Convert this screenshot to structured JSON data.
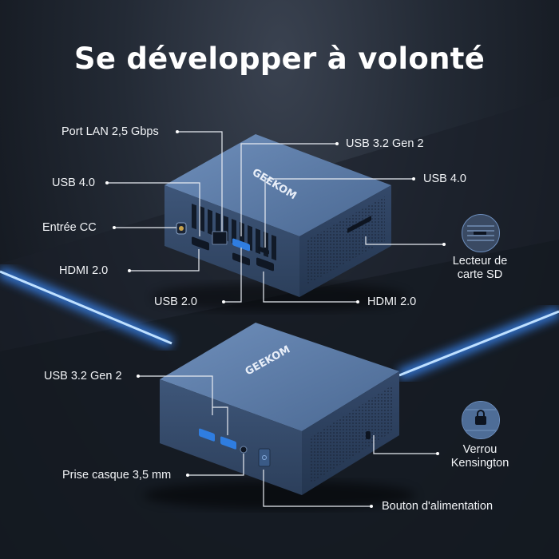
{
  "headline": "Se développer à volonté",
  "device": {
    "brand": "GEEKOM"
  },
  "labels": {
    "lan": "Port LAN 2,5 Gbps",
    "usb40_left": "USB 4.0",
    "dc_in": "Entrée CC",
    "hdmi20_left": "HDMI 2.0",
    "usb20": "USB 2.0",
    "usb32_top": "USB 3.2 Gen 2",
    "usb40_right": "USB 4.0",
    "hdmi20_right": "HDMI 2.0",
    "sd_reader_line1": "Lecteur de",
    "sd_reader_line2": "carte SD",
    "usb32_front": "USB 3.2 Gen 2",
    "audio_jack": "Prise casque 3,5 mm",
    "kensington_line1": "Verrou",
    "kensington_line2": "Kensington",
    "power_button": "Bouton d'alimentation"
  },
  "icons": {
    "sd_reader": "sd-card-slot-icon",
    "kensington": "lock-slot-icon"
  },
  "colors": {
    "background": "#161b23",
    "device": "#4f6e98",
    "glow": "#5aa8ff",
    "leader_line": "#e8ecf2"
  }
}
